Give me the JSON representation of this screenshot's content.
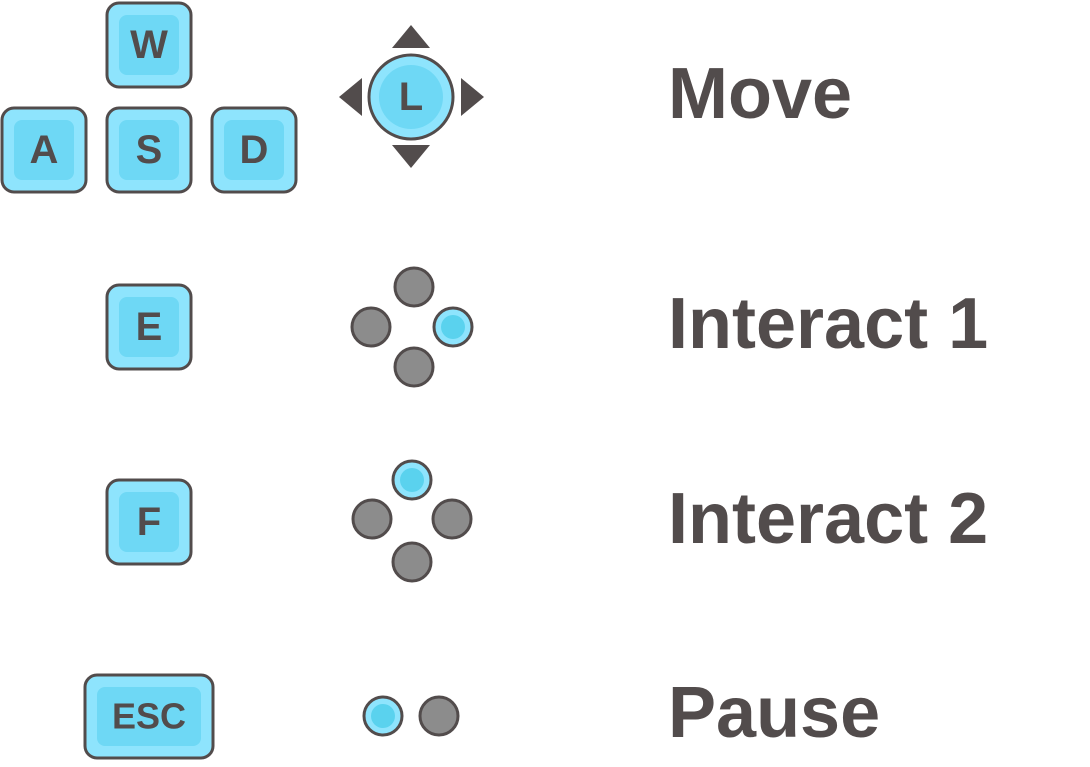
{
  "colors": {
    "key_outer": "#8ee4fd",
    "key_inner": "#6ed8f5",
    "outline": "#524c4c",
    "button_gray": "#8c8c8c",
    "button_highlight": "#5ad2ee"
  },
  "rows": [
    {
      "action": "Move",
      "keys": [
        "W",
        "A",
        "S",
        "D"
      ],
      "gamepad": "left-stick",
      "stick_label": "L"
    },
    {
      "action": "Interact 1",
      "keys": [
        "E"
      ],
      "gamepad": "face-button-right"
    },
    {
      "action": "Interact 2",
      "keys": [
        "F"
      ],
      "gamepad": "face-button-top"
    },
    {
      "action": "Pause",
      "keys": [
        "ESC"
      ],
      "gamepad": "start-button-left"
    }
  ]
}
